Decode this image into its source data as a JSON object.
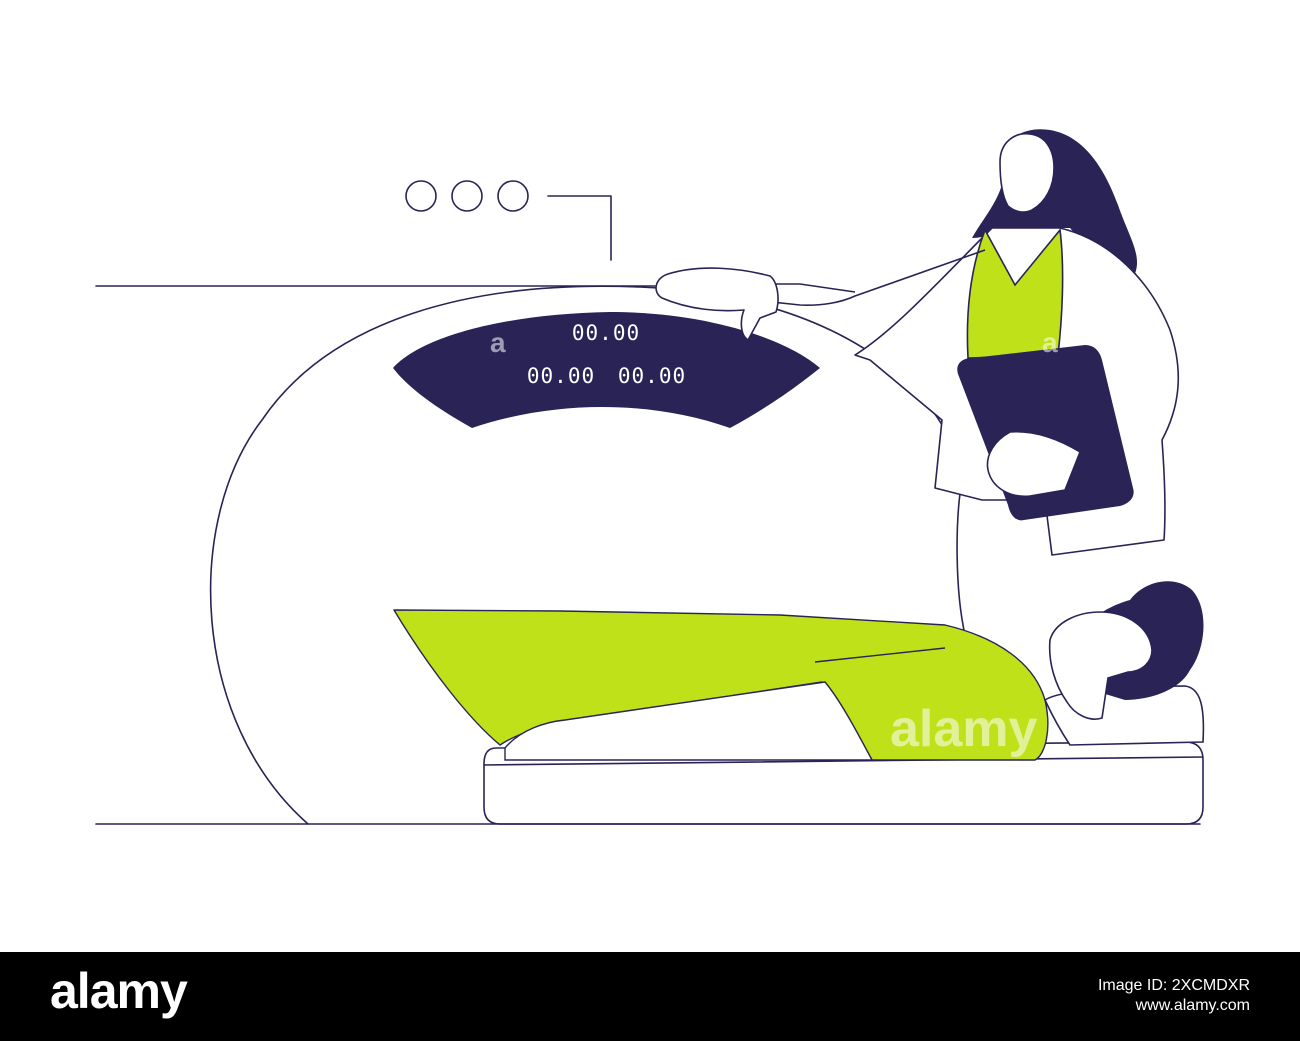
{
  "display": {
    "line1": "00.00",
    "line2a": "00.00",
    "line2b": "00.00"
  },
  "watermark": {
    "center": "alamy",
    "faint_a1": "a",
    "faint_a2": "a"
  },
  "footer": {
    "logo": "alamy",
    "image_id": "Image ID: 2XCMDXR",
    "site": "www.alamy.com"
  },
  "colors": {
    "navy": "#2a2356",
    "lime": "#bfe11a",
    "background": "#ffffff",
    "footer": "#000000"
  }
}
